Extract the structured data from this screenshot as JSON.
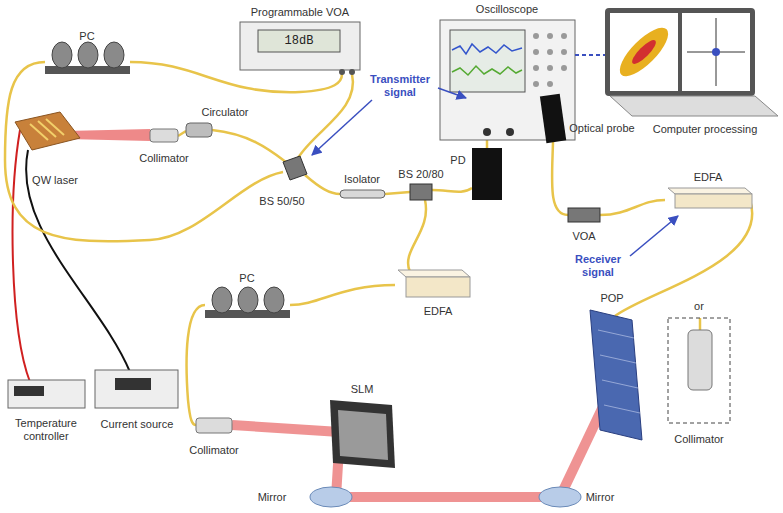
{
  "diagram": {
    "labels": [
      "Programmable VOA",
      "18dB",
      "PC",
      "Oscilloscope",
      "Computer processing",
      "Optical probe",
      "QW laser",
      "Collimator",
      "Circulator",
      "Transmitter signal",
      "BS 50/50",
      "Isolator",
      "BS 20/80",
      "PD",
      "VOA",
      "EDFA",
      "Receiver signal",
      "EDFA",
      "PC",
      "Temperature controller",
      "Current source",
      "Collimator",
      "SLM",
      "POP",
      "or",
      "Collimator",
      "Mirror",
      "Mirror"
    ]
  }
}
